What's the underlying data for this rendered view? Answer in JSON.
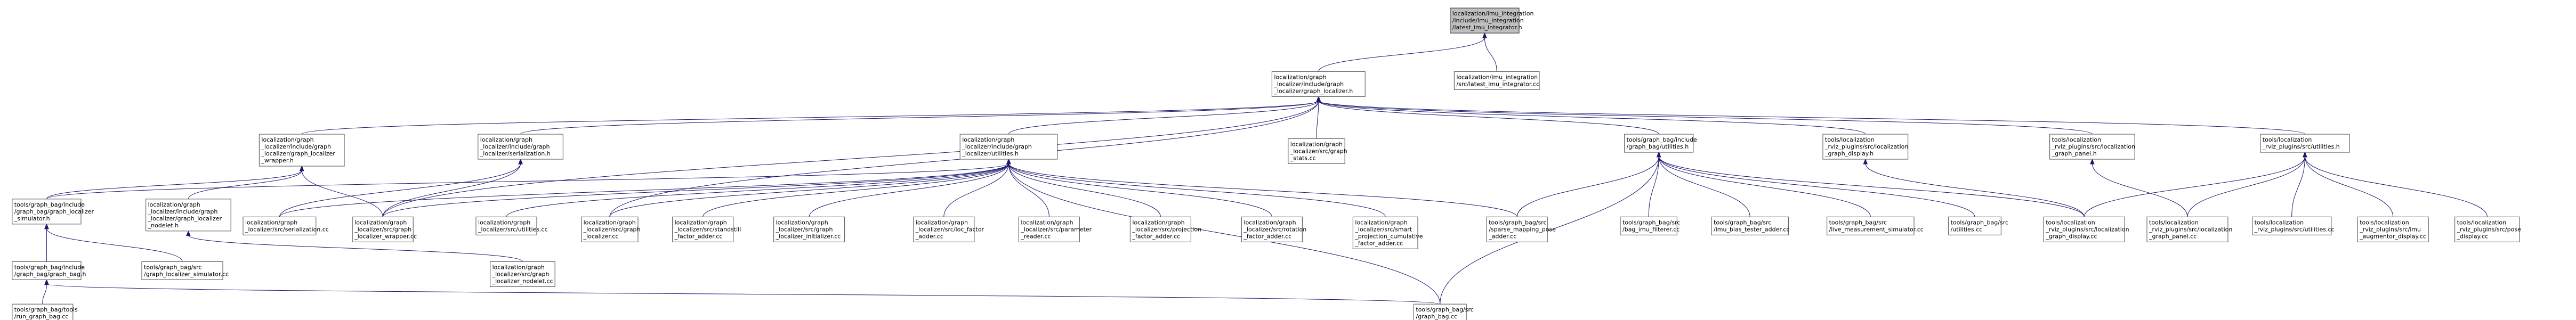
{
  "colors": {
    "edge": "#191970",
    "node_border": "#666666",
    "root_fill": "#bfbfbf",
    "node_fill": "#ffffff"
  },
  "nodes": [
    {
      "id": "n0",
      "lines": [
        "localization/imu_integration",
        "/include/imu_integration",
        "/latest_imu_integrator.h"
      ],
      "root": true
    },
    {
      "id": "n1",
      "lines": [
        "localization/graph",
        "_localizer/include/graph",
        "_localizer/graph_localizer.h"
      ]
    },
    {
      "id": "n2",
      "lines": [
        "localization/imu_integration",
        "/src/latest_imu_integrator.cc"
      ]
    },
    {
      "id": "n3",
      "lines": [
        "localization/graph",
        "_localizer/include/graph",
        "_localizer/graph_localizer",
        "_wrapper.h"
      ]
    },
    {
      "id": "n4",
      "lines": [
        "localization/graph",
        "_localizer/include/graph",
        "_localizer/serialization.h"
      ]
    },
    {
      "id": "n5",
      "lines": [
        "localization/graph",
        "_localizer/include/graph",
        "_localizer/utilities.h"
      ]
    },
    {
      "id": "n6",
      "lines": [
        "localization/graph",
        "_localizer/src/graph",
        "_stats.cc"
      ]
    },
    {
      "id": "n7",
      "lines": [
        "tools/graph_bag/include",
        "/graph_bag/utilities.h"
      ]
    },
    {
      "id": "n8",
      "lines": [
        "tools/localization",
        "_rviz_plugins/src/localization",
        "_graph_display.h"
      ]
    },
    {
      "id": "n9",
      "lines": [
        "tools/localization",
        "_rviz_plugins/src/localization",
        "_graph_panel.h"
      ]
    },
    {
      "id": "n10",
      "lines": [
        "tools/localization",
        "_rviz_plugins/src/utilities.h"
      ]
    },
    {
      "id": "n11",
      "lines": [
        "tools/graph_bag/include",
        "/graph_bag/graph_localizer",
        "_simulator.h"
      ]
    },
    {
      "id": "n12",
      "lines": [
        "localization/graph",
        "_localizer/include/graph",
        "_localizer/graph_localizer",
        "_nodelet.h"
      ]
    },
    {
      "id": "n13",
      "lines": [
        "localization/graph",
        "_localizer/src/serialization.cc"
      ]
    },
    {
      "id": "n14",
      "lines": [
        "localization/graph",
        "_localizer/src/graph",
        "_localizer_wrapper.cc"
      ]
    },
    {
      "id": "n15",
      "lines": [
        "localization/graph",
        "_localizer/src/utilities.cc"
      ]
    },
    {
      "id": "n16",
      "lines": [
        "localization/graph",
        "_localizer/src/graph",
        "_localizer.cc"
      ]
    },
    {
      "id": "n17",
      "lines": [
        "localization/graph",
        "_localizer/src/standstill",
        "_factor_adder.cc"
      ]
    },
    {
      "id": "n18",
      "lines": [
        "localization/graph",
        "_localizer/src/graph",
        "_localizer_initializer.cc"
      ]
    },
    {
      "id": "n19",
      "lines": [
        "localization/graph",
        "_localizer/src/loc_factor",
        "_adder.cc"
      ]
    },
    {
      "id": "n20",
      "lines": [
        "localization/graph",
        "_localizer/src/parameter",
        "_reader.cc"
      ]
    },
    {
      "id": "n21",
      "lines": [
        "localization/graph",
        "_localizer/src/projection",
        "_factor_adder.cc"
      ]
    },
    {
      "id": "n22",
      "lines": [
        "localization/graph",
        "_localizer/src/rotation",
        "_factor_adder.cc"
      ]
    },
    {
      "id": "n23",
      "lines": [
        "localization/graph",
        "_localizer/src/smart",
        "_projection_cumulative",
        "_factor_adder.cc"
      ]
    },
    {
      "id": "n24",
      "lines": [
        "tools/graph_bag/src",
        "/sparse_mapping_pose",
        "_adder.cc"
      ]
    },
    {
      "id": "n25",
      "lines": [
        "tools/graph_bag/src",
        "/bag_imu_filterer.cc"
      ]
    },
    {
      "id": "n26",
      "lines": [
        "tools/graph_bag/src",
        "/imu_bias_tester_adder.cc"
      ]
    },
    {
      "id": "n27",
      "lines": [
        "tools/graph_bag/src",
        "/live_measurement_simulator.cc"
      ]
    },
    {
      "id": "n28",
      "lines": [
        "tools/graph_bag/src",
        "/utilities.cc"
      ]
    },
    {
      "id": "n29",
      "lines": [
        "tools/localization",
        "_rviz_plugins/src/localization",
        "_graph_display.cc"
      ]
    },
    {
      "id": "n30",
      "lines": [
        "tools/localization",
        "_rviz_plugins/src/localization",
        "_graph_panel.cc"
      ]
    },
    {
      "id": "n31",
      "lines": [
        "tools/localization",
        "_rviz_plugins/src/utilities.cc"
      ]
    },
    {
      "id": "n32",
      "lines": [
        "tools/localization",
        "_rviz_plugins/src/imu",
        "_augmentor_display.cc"
      ]
    },
    {
      "id": "n33",
      "lines": [
        "tools/localization",
        "_rviz_plugins/src/pose",
        "_display.cc"
      ]
    },
    {
      "id": "n34",
      "lines": [
        "tools/graph_bag/include",
        "/graph_bag/graph_bag.h"
      ]
    },
    {
      "id": "n35",
      "lines": [
        "tools/graph_bag/src",
        "/graph_localizer_simulator.cc"
      ]
    },
    {
      "id": "n36",
      "lines": [
        "localization/graph",
        "_localizer/src/graph",
        "_localizer_nodelet.cc"
      ]
    },
    {
      "id": "n37",
      "lines": [
        "tools/graph_bag/tools",
        "/run_graph_bag.cc"
      ]
    },
    {
      "id": "n38",
      "lines": [
        "tools/graph_bag/src",
        "/graph_bag.cc"
      ]
    }
  ],
  "edges": [
    [
      "n0",
      "n1"
    ],
    [
      "n0",
      "n2"
    ],
    [
      "n1",
      "n3"
    ],
    [
      "n1",
      "n4"
    ],
    [
      "n1",
      "n5"
    ],
    [
      "n1",
      "n6"
    ],
    [
      "n1",
      "n7"
    ],
    [
      "n1",
      "n8"
    ],
    [
      "n1",
      "n9"
    ],
    [
      "n1",
      "n10"
    ],
    [
      "n1",
      "n16"
    ],
    [
      "n1",
      "n14"
    ],
    [
      "n3",
      "n11"
    ],
    [
      "n3",
      "n12"
    ],
    [
      "n3",
      "n14"
    ],
    [
      "n4",
      "n13"
    ],
    [
      "n4",
      "n14"
    ],
    [
      "n5",
      "n11"
    ],
    [
      "n5",
      "n13"
    ],
    [
      "n5",
      "n14"
    ],
    [
      "n5",
      "n15"
    ],
    [
      "n5",
      "n16"
    ],
    [
      "n5",
      "n17"
    ],
    [
      "n5",
      "n18"
    ],
    [
      "n5",
      "n19"
    ],
    [
      "n5",
      "n20"
    ],
    [
      "n5",
      "n21"
    ],
    [
      "n5",
      "n22"
    ],
    [
      "n5",
      "n23"
    ],
    [
      "n5",
      "n24"
    ],
    [
      "n5",
      "n38"
    ],
    [
      "n7",
      "n24"
    ],
    [
      "n7",
      "n25"
    ],
    [
      "n7",
      "n26"
    ],
    [
      "n7",
      "n27"
    ],
    [
      "n7",
      "n28"
    ],
    [
      "n7",
      "n29"
    ],
    [
      "n7",
      "n38"
    ],
    [
      "n8",
      "n29"
    ],
    [
      "n9",
      "n30"
    ],
    [
      "n10",
      "n29"
    ],
    [
      "n10",
      "n30"
    ],
    [
      "n10",
      "n31"
    ],
    [
      "n10",
      "n32"
    ],
    [
      "n10",
      "n33"
    ],
    [
      "n11",
      "n34"
    ],
    [
      "n11",
      "n35"
    ],
    [
      "n12",
      "n36"
    ],
    [
      "n34",
      "n37"
    ],
    [
      "n34",
      "n38"
    ]
  ]
}
